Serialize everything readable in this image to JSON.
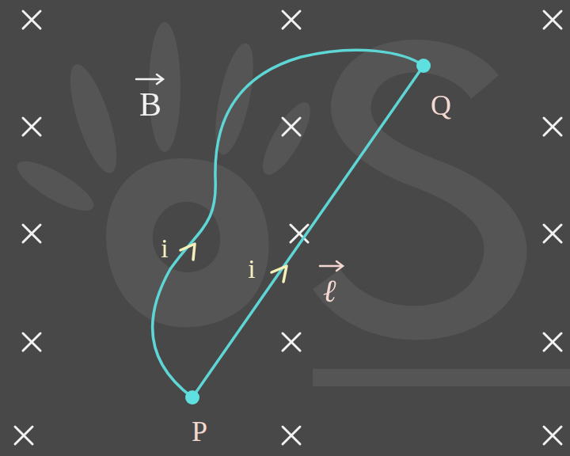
{
  "diagram": {
    "labels": [
      "B",
      "Q",
      "i",
      "i",
      "ℓ",
      "P"
    ]
  }
}
